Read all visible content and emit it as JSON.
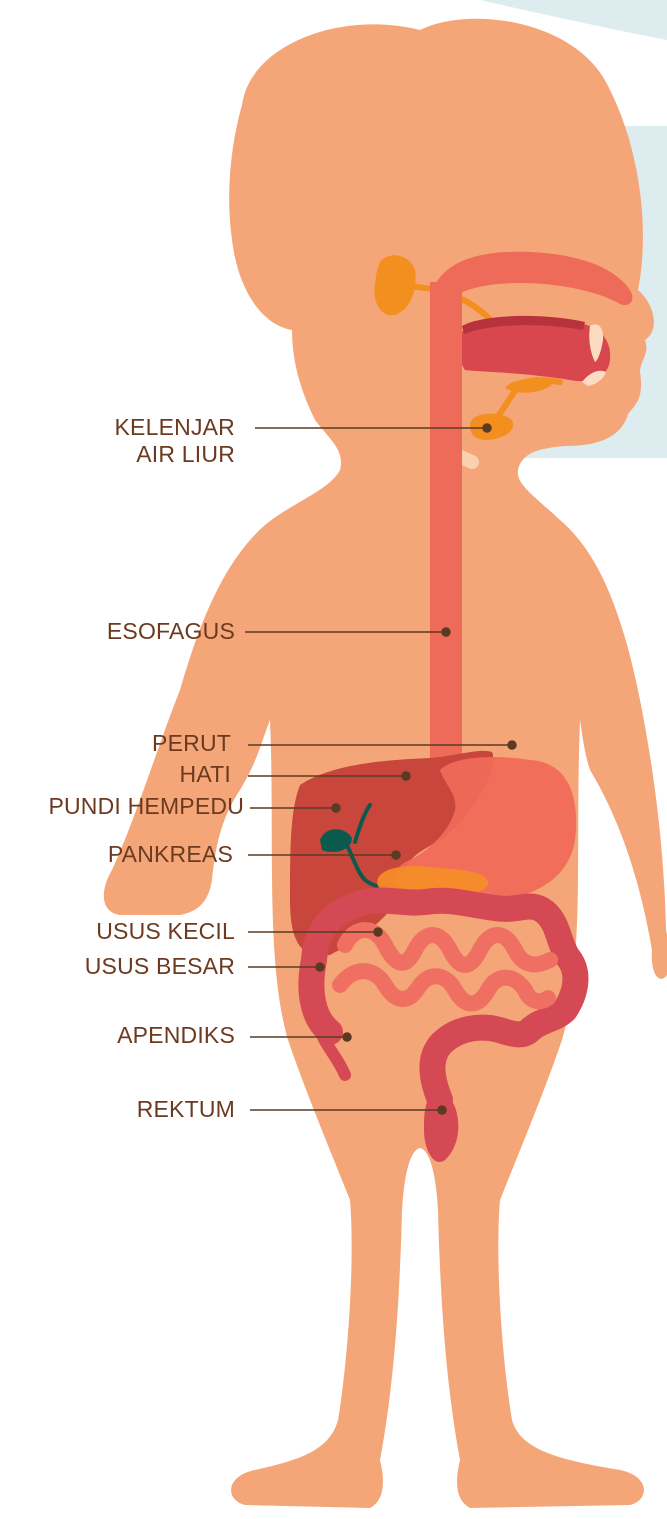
{
  "colors": {
    "skin": "#f5a678",
    "backdrop": "#dcecef",
    "gland": "#f28f1e",
    "tract": "#ee6b5a",
    "mouth": "#d8474d",
    "liver": "#c9463d",
    "stomach": "#f06a58",
    "gallbladder": "#0b5a4e",
    "pancreas": "#f48c28",
    "intestine_large": "#d44954",
    "intestine_small": "#ef7062",
    "label_text": "#6b3a1f",
    "leader": "#5a3a22"
  },
  "labels": [
    {
      "id": "salivary",
      "lines": [
        "KELENJAR",
        "AIR LIUR"
      ]
    },
    {
      "id": "esophagus",
      "lines": [
        "ESOFAGUS"
      ]
    },
    {
      "id": "stomach",
      "lines": [
        "PERUT"
      ]
    },
    {
      "id": "liver",
      "lines": [
        "HATI"
      ]
    },
    {
      "id": "gallbladder",
      "lines": [
        "PUNDI HEMPEDU"
      ]
    },
    {
      "id": "pancreas",
      "lines": [
        "PANKREAS"
      ]
    },
    {
      "id": "small_intestine",
      "lines": [
        "USUS KECIL"
      ]
    },
    {
      "id": "large_intestine",
      "lines": [
        "USUS BESAR"
      ]
    },
    {
      "id": "appendix",
      "lines": [
        "APENDIKS"
      ]
    },
    {
      "id": "rectum",
      "lines": [
        "REKTUM"
      ]
    }
  ]
}
